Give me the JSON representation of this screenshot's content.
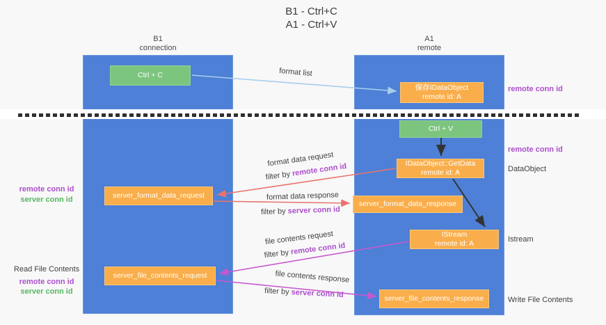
{
  "title": {
    "line1": "B1 - Ctrl+C",
    "line2": "A1 - Ctrl+V"
  },
  "lifelines": {
    "left": {
      "name": "B1",
      "role": "connection"
    },
    "right": {
      "name": "A1",
      "role": "remote"
    }
  },
  "nodes": {
    "ctrl_c": {
      "label": "Ctrl + C"
    },
    "ctrl_v": {
      "label": "Ctrl + V"
    },
    "save_dataobject": {
      "line1": "保存IDataObject",
      "line2": "remote id: A"
    },
    "getdata": {
      "line1": "IDataObject::GetData",
      "line2": "remote id: A"
    },
    "istream": {
      "line1": "IStream",
      "line2": "remote id: A"
    },
    "server_format_data_request": {
      "label": "server_format_data_request"
    },
    "server_format_data_response": {
      "label": "server_format_data_response"
    },
    "server_file_contents_request": {
      "label": "server_file_contents_request"
    },
    "server_file_contents_response": {
      "label": "server_file_contents_response"
    }
  },
  "side_labels": {
    "remote_conn_id_top_right": "remote conn id",
    "remote_conn_id_mid_right": "remote conn id",
    "dataobject": "DataObject",
    "istream": "Istream",
    "write_file_contents": "Write File Contents",
    "remote_conn_id_left_1": "remote conn id",
    "server_conn_id_left_1": "server conn id",
    "read_file_contents": "Read File Contents",
    "remote_conn_id_left_2": "remote conn id",
    "server_conn_id_left_2": "server conn id"
  },
  "arrow_labels": {
    "format_list": "format list",
    "format_data_request": "format data request",
    "filter_remote_1": {
      "prefix": "filter by ",
      "highlight": "remote conn id"
    },
    "format_data_response": "format data response",
    "filter_server_1": {
      "prefix": "filter by ",
      "highlight": "server conn id"
    },
    "file_contents_request": "file contents request",
    "filter_remote_2": {
      "prefix": "filter by ",
      "highlight": "remote conn id"
    },
    "file_contents_response": "file contents response",
    "filter_server_2": {
      "prefix": "filter by ",
      "highlight": "server conn id"
    }
  },
  "colors": {
    "bg": "#f8f8f8",
    "lifeline-blue": "#4d80d6",
    "node-green": "#7cc57f",
    "node-orange": "#f9ae4b",
    "arrow-blue": "#a8cdee",
    "arrow-salmon": "#e8736e",
    "arrow-magenta": "#c757d0",
    "arrow-black": "#333333",
    "text-purple": "#ab4fcb",
    "text-green": "#55b85f",
    "text-dark": "#3f3f3f"
  }
}
